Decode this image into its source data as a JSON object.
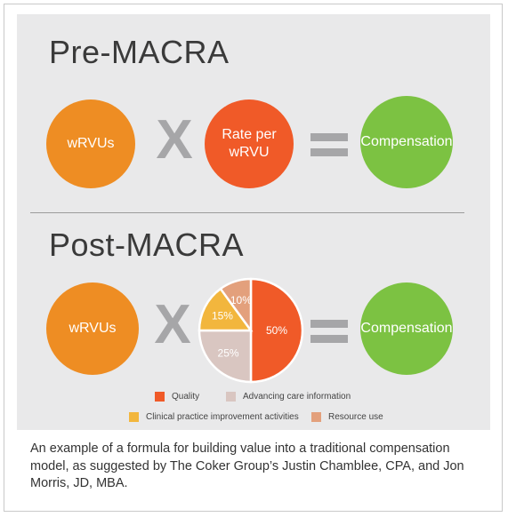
{
  "pre": {
    "title": "Pre-MACRA",
    "term1": "wRVUs",
    "operator1": "X",
    "term2": "Rate per wRVU",
    "operator2": "=",
    "result": "Compensation"
  },
  "post": {
    "title": "Post-MACRA",
    "term1": "wRVUs",
    "operator1": "X",
    "operator2": "=",
    "result": "Compensation"
  },
  "chart_data": {
    "type": "pie",
    "slices": [
      {
        "label": "Quality",
        "value": 50,
        "display": "50%",
        "color": "#f05a28"
      },
      {
        "label": "Advancing care information",
        "value": 25,
        "display": "25%",
        "color": "#d9c6c1"
      },
      {
        "label": "Clinical practice improvement activities",
        "value": 15,
        "display": "15%",
        "color": "#f2b63d"
      },
      {
        "label": "Resource use",
        "value": 10,
        "display": "10%",
        "color": "#e3a07c"
      }
    ],
    "legend": "bottom"
  },
  "colors": {
    "orange": "#ee8d23",
    "red_orange": "#f05a28",
    "green": "#7cc242",
    "operator_gray": "#a6a6a8",
    "panel": "#e9e9ea"
  },
  "caption": "An example of a formula for building value into a traditional compensation model, as suggested by The Coker Group’s Justin Chamblee, CPA, and Jon Morris, JD, MBA."
}
